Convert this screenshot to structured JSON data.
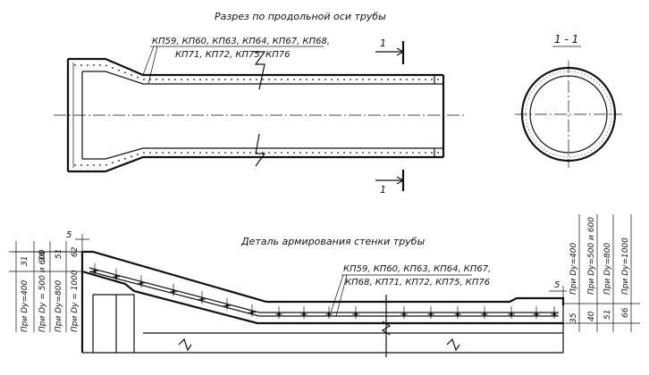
{
  "top": {
    "title": "Разрез по продольной оси трубы",
    "callout_line1": "КП59, КП60, КП63, КП64, КП67, КП68,",
    "callout_line2": "КП71, КП72, КП75, КП76",
    "cut_mark": "1",
    "section_title": "1 - 1"
  },
  "bottom": {
    "title": "Деталь армирования стенки трубы",
    "callout_line1": "КП59, КП60, КП63, КП64, КП67,",
    "callout_line2": "КП68, КП71, КП72, КП75, КП76",
    "dim_top": "5",
    "dim_right_top": "5",
    "left_dims": [
      {
        "label": "При Dу=400",
        "value": "31"
      },
      {
        "label": "При Dу = 500 и 600",
        "value": "36"
      },
      {
        "label": "При Dу=800",
        "value": "51"
      },
      {
        "label": "При Dу = 1000",
        "value": "62"
      }
    ],
    "right_dims": [
      {
        "label": "При Dу=400",
        "value": "35"
      },
      {
        "label": "При Dу=500 и 600",
        "value": "40"
      },
      {
        "label": "При Dу=800",
        "value": "51"
      },
      {
        "label": "При Dу=1000",
        "value": "66"
      }
    ]
  }
}
